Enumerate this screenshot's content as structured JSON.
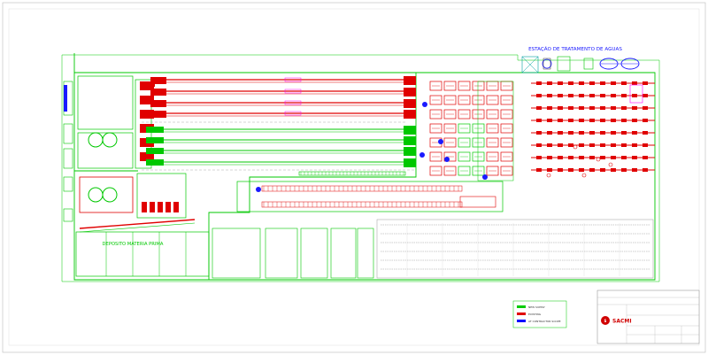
{
  "station_title": "ESTAÇÃO DE TRATAMENTO DE AGUAS",
  "depot_title": "DEPOSITO MATERIA PRIMA",
  "brand": "SACMI",
  "legend": {
    "items": [
      {
        "label": "NEW SUPPLY",
        "color": "#00cc00"
      },
      {
        "label": "EXISTING",
        "color": "#e00000"
      },
      {
        "label": "AT CONTRACTOR SCOPE",
        "color": "#0000ff"
      }
    ]
  },
  "colors": {
    "green": "#00c800",
    "red": "#e00000",
    "blue": "#1a1aff",
    "pink": "#ff00ff",
    "grey": "#9a9a9a"
  }
}
